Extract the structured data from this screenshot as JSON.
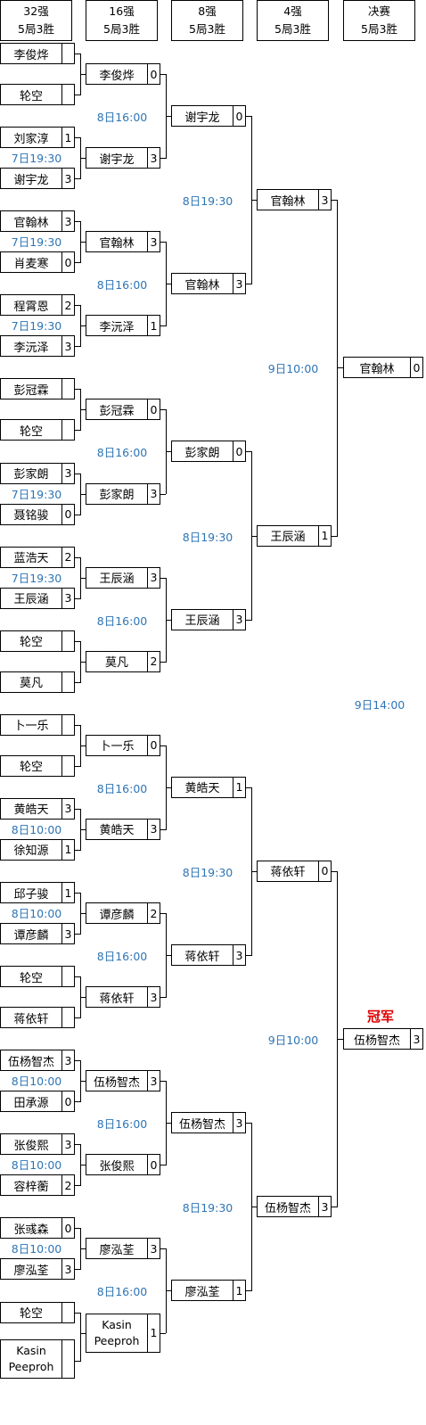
{
  "headers": [
    {
      "round": "32强",
      "format": "5局3胜"
    },
    {
      "round": "16强",
      "format": "5局3胜"
    },
    {
      "round": "8强",
      "format": "5局3胜"
    },
    {
      "round": "4强",
      "format": "5局3胜"
    },
    {
      "round": "决赛",
      "format": "5局3胜"
    }
  ],
  "r32": [
    {
      "name": "李俊烨",
      "score": ""
    },
    {
      "name": "轮空",
      "score": ""
    },
    {
      "name": "刘家淳",
      "score": "1"
    },
    {
      "name": "谢宇龙",
      "score": "3"
    },
    {
      "name": "官翰林",
      "score": "3"
    },
    {
      "name": "肖麦寒",
      "score": "0"
    },
    {
      "name": "程霄恩",
      "score": "2"
    },
    {
      "name": "李沅泽",
      "score": "3"
    },
    {
      "name": "彭冠霖",
      "score": ""
    },
    {
      "name": "轮空",
      "score": ""
    },
    {
      "name": "彭家朗",
      "score": "3"
    },
    {
      "name": "聂铭骏",
      "score": "0"
    },
    {
      "name": "蓝浩天",
      "score": "2"
    },
    {
      "name": "王辰涵",
      "score": "3"
    },
    {
      "name": "轮空",
      "score": ""
    },
    {
      "name": "莫凡",
      "score": ""
    },
    {
      "name": "卜一乐",
      "score": ""
    },
    {
      "name": "轮空",
      "score": ""
    },
    {
      "name": "黄皓天",
      "score": "3"
    },
    {
      "name": "徐知源",
      "score": "1"
    },
    {
      "name": "邱子骏",
      "score": "1"
    },
    {
      "name": "谭彦麟",
      "score": "3"
    },
    {
      "name": "轮空",
      "score": ""
    },
    {
      "name": "蒋依轩",
      "score": ""
    },
    {
      "name": "伍杨智杰",
      "score": "3"
    },
    {
      "name": "田承源",
      "score": "0"
    },
    {
      "name": "张俊熙",
      "score": "3"
    },
    {
      "name": "容梓蘅",
      "score": "2"
    },
    {
      "name": "张彧森",
      "score": "0"
    },
    {
      "name": "廖泓荃",
      "score": "3"
    },
    {
      "name": "轮空",
      "score": ""
    },
    {
      "name": "Kasin Peeproh",
      "score": ""
    }
  ],
  "r32_times": [
    "",
    "7日19:30",
    "7日19:30",
    "7日19:30",
    "",
    "7日19:30",
    "7日19:30",
    "",
    "",
    "8日10:00",
    "8日10:00",
    "",
    "8日10:00",
    "8日10:00",
    "8日10:00",
    ""
  ],
  "r16": [
    {
      "name": "李俊烨",
      "score": "0"
    },
    {
      "name": "谢宇龙",
      "score": "3"
    },
    {
      "name": "官翰林",
      "score": "3"
    },
    {
      "name": "李沅泽",
      "score": "1"
    },
    {
      "name": "彭冠霖",
      "score": "0"
    },
    {
      "name": "彭家朗",
      "score": "3"
    },
    {
      "name": "王辰涵",
      "score": "3"
    },
    {
      "name": "莫凡",
      "score": "2"
    },
    {
      "name": "卜一乐",
      "score": "0"
    },
    {
      "name": "黄皓天",
      "score": "3"
    },
    {
      "name": "谭彦麟",
      "score": "2"
    },
    {
      "name": "蒋依轩",
      "score": "3"
    },
    {
      "name": "伍杨智杰",
      "score": "3"
    },
    {
      "name": "张俊熙",
      "score": "0"
    },
    {
      "name": "廖泓荃",
      "score": "3"
    },
    {
      "name": "Kasin Peeproh",
      "score": "1"
    }
  ],
  "r16_times": [
    "8日16:00",
    "8日16:00",
    "8日16:00",
    "8日16:00",
    "8日16:00",
    "8日16:00",
    "8日16:00",
    "8日16:00"
  ],
  "qf": [
    {
      "name": "谢宇龙",
      "score": "0"
    },
    {
      "name": "官翰林",
      "score": "3"
    },
    {
      "name": "彭家朗",
      "score": "0"
    },
    {
      "name": "王辰涵",
      "score": "3"
    },
    {
      "name": "黄皓天",
      "score": "1"
    },
    {
      "name": "蒋依轩",
      "score": "3"
    },
    {
      "name": "伍杨智杰",
      "score": "3"
    },
    {
      "name": "廖泓荃",
      "score": "1"
    }
  ],
  "qf_times": [
    "8日19:30",
    "8日19:30",
    "8日19:30",
    "8日19:30"
  ],
  "sf": [
    {
      "name": "官翰林",
      "score": "3"
    },
    {
      "name": "王辰涵",
      "score": "1"
    },
    {
      "name": "蒋依轩",
      "score": "0"
    },
    {
      "name": "伍杨智杰",
      "score": "3"
    }
  ],
  "sf_times": [
    "9日10:00",
    "9日10:00"
  ],
  "final": [
    {
      "name": "官翰林",
      "score": "0"
    },
    {
      "name": "伍杨智杰",
      "score": "3"
    }
  ],
  "final_time": "9日14:00",
  "champion_label": "冠军"
}
